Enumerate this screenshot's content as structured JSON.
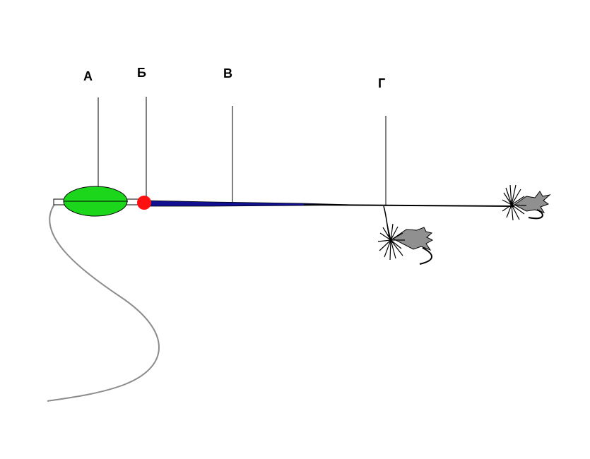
{
  "labels": {
    "a": "А",
    "b": "Б",
    "v": "В",
    "g": "Г"
  },
  "colors": {
    "float_body": "#1cd61c",
    "bead": "#ff1010",
    "leader_taper": "#101090",
    "fly_body": "#909090",
    "backing_line": "#8c8c8c",
    "line": "#000000"
  }
}
